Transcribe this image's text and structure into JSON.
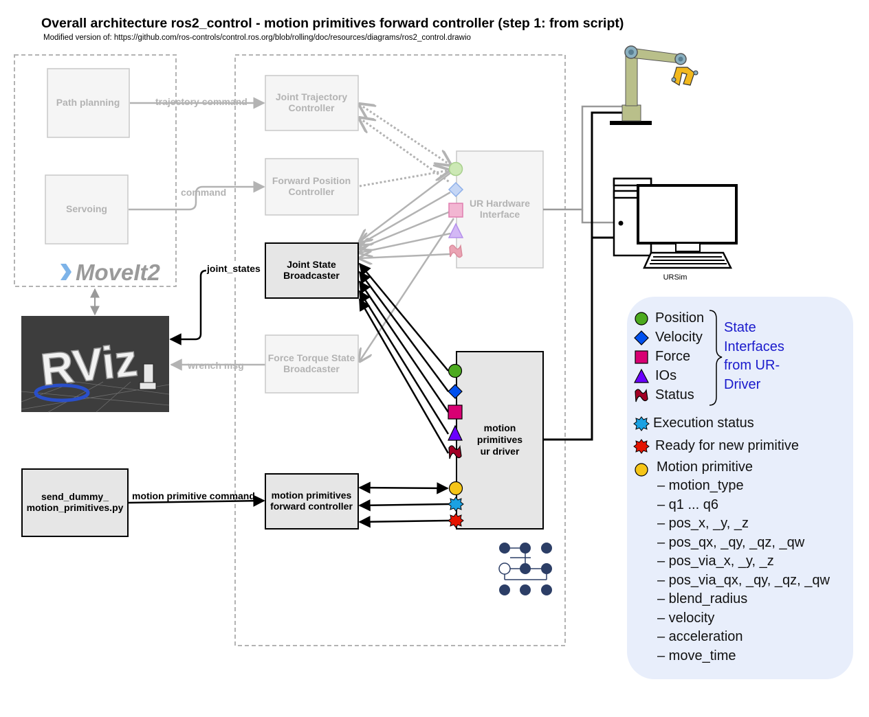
{
  "title": "Overall architecture ros2_control - motion primitives forward controller (step 1: from script)",
  "subtitle": "Modified version of: https://github.com/ros-controls/control.ros.org/blob/rolling/doc/resources/diagrams/ros2_control.drawio",
  "moveit_logo_text": "MoveIt2",
  "rviz_logo_text": "RViz",
  "ursim_label": "URSim",
  "nodes": {
    "path_planning": "Path planning",
    "servoing": "Servoing",
    "jtc_line1": "Joint Trajectory",
    "jtc_line2": "Controller",
    "fpc_line1": "Forward Position",
    "fpc_line2": "Controller",
    "jsb_line1": "Joint State",
    "jsb_line2": "Broadcaster",
    "ftsb_line1": "Force Torque State",
    "ftsb_line2": "Broadcaster",
    "mpfc_line1": "motion primitives",
    "mpfc_line2": "forward controller",
    "hw_line1": "UR Hardware",
    "hw_line2": "Interface",
    "driver_line1": "motion",
    "driver_line2": "primitives",
    "driver_line3": "ur driver",
    "script_line1": "send_dummy_",
    "script_line2": "motion_primitives.py"
  },
  "edges": {
    "trajectory_command": "trajectory command",
    "command": "command",
    "joint_states": "joint_states",
    "wrench_msg": "wrench msg",
    "motion_primitive_command": "motion primitive command"
  },
  "legend": {
    "state_items": [
      {
        "label": "Position",
        "shape": "circle",
        "color": "#4caa1f"
      },
      {
        "label": "Velocity",
        "shape": "diamond",
        "color": "#0050ef"
      },
      {
        "label": "Force",
        "shape": "square",
        "color": "#d80073"
      },
      {
        "label": "IOs",
        "shape": "triangle",
        "color": "#6a00ff"
      },
      {
        "label": "Status",
        "shape": "flag",
        "color": "#a20025"
      }
    ],
    "state_group_label": "State Interfaces from UR-Driver",
    "execution_status": {
      "label": "Execution status",
      "shape": "burst",
      "color": "#1ba1e2"
    },
    "ready_for_new_primitive": {
      "label": "Ready for new primitive",
      "shape": "burst",
      "color": "#e51400"
    },
    "motion_primitive": {
      "label": "Motion primitive",
      "shape": "circle",
      "color": "#f5c518"
    },
    "motion_primitive_fields": [
      "– motion_type",
      "– q1 ... q6",
      "– pos_x, _y, _z",
      "– pos_qx, _qy, _qz, _qw",
      "– pos_via_x, _y, _z",
      "– pos_via_qx, _qy, _qz, _qw",
      "– blend_radius",
      "– velocity",
      "– acceleration",
      "– move_time"
    ]
  },
  "colors": {
    "active_box_fill": "#e6e6e6",
    "faded_stroke": "#b3b3b3",
    "faded_text": "#b3b3b3",
    "legend_bg": "#e8eefb",
    "legend_accent_text": "#1a1acc",
    "robot_arm": "#b9bf8a",
    "rviz_bg": "#3d3d3d"
  }
}
